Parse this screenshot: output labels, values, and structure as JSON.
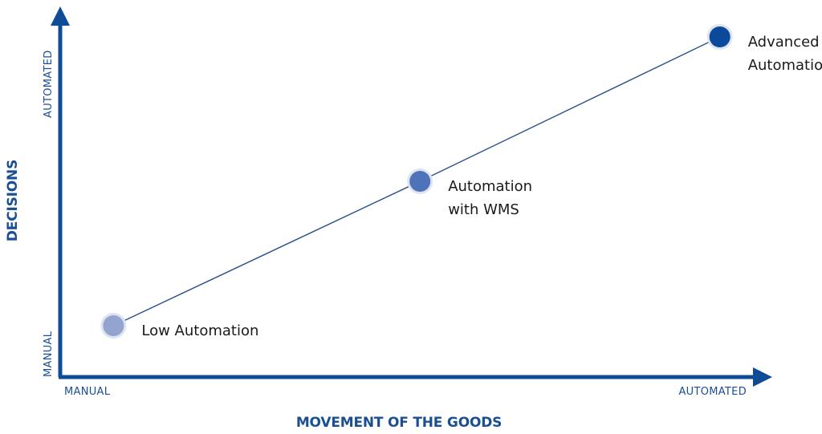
{
  "chart_data": {
    "type": "line",
    "xlabel": "MOVEMENT OF THE GOODS",
    "ylabel": "DECISIONS",
    "x_ticks": [
      "MANUAL",
      "AUTOMATED"
    ],
    "y_ticks": [
      "MANUAL",
      "AUTOMATED"
    ],
    "xlim": [
      0,
      1
    ],
    "ylim": [
      0,
      1
    ],
    "grid": false,
    "colors": {
      "axis": "#0f4c97",
      "line": "#2a4f8c",
      "text": "#1a4f94",
      "label": "#1a1a1a"
    },
    "points": [
      {
        "label_lines": [
          "Low Automation"
        ],
        "x": 0.08,
        "y": 0.16,
        "color": "#93a5cf"
      },
      {
        "label_lines": [
          "Automation",
          "with WMS"
        ],
        "x": 0.54,
        "y": 0.61,
        "color": "#4f73b8"
      },
      {
        "label_lines": [
          "Advanced",
          "Automation"
        ],
        "x": 0.99,
        "y": 1.06,
        "color": "#0b4a9a"
      }
    ]
  }
}
